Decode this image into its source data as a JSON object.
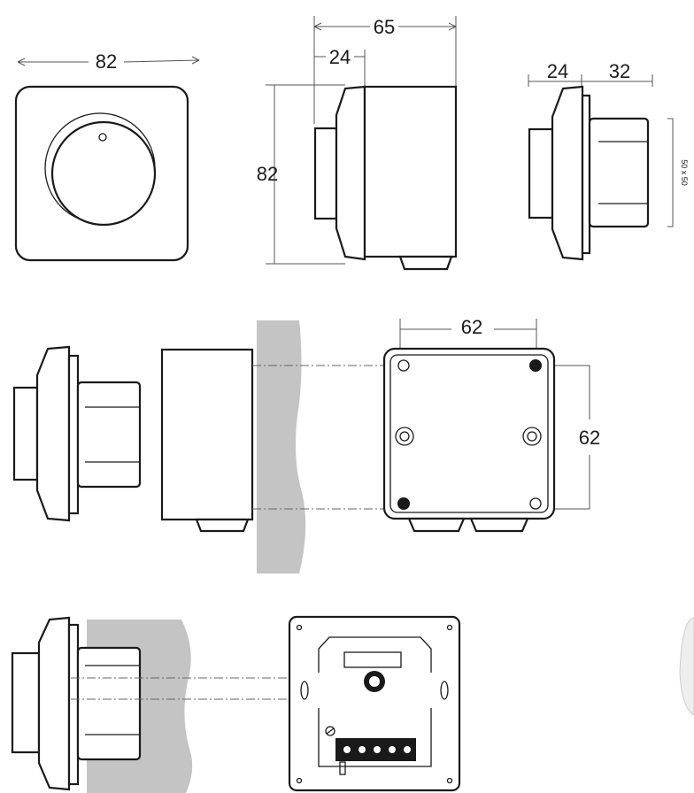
{
  "front_view": {
    "width_label": "82"
  },
  "side_view": {
    "total_depth_label": "65",
    "knob_depth_label": "24",
    "height_label": "82"
  },
  "side_view_2": {
    "front_depth_label": "24",
    "back_depth_label": "32",
    "box_size_label": "50 x 50"
  },
  "mounting_box": {
    "hole_spacing_horizontal_label": "62",
    "hole_spacing_vertical_label": "62"
  },
  "colors": {
    "outline": "#1a1a1a",
    "wall": "#c4c4c4",
    "dimension": "#555555"
  }
}
